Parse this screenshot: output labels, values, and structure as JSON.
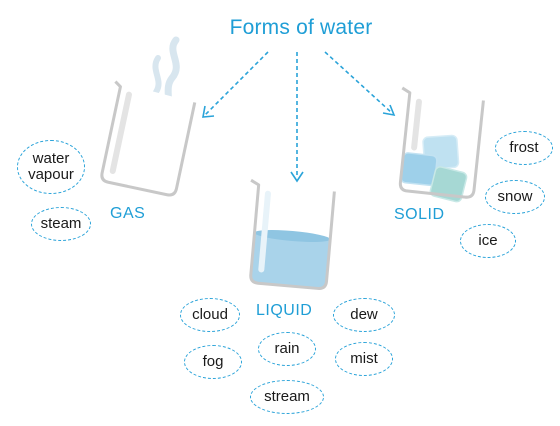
{
  "title": "Forms of water",
  "states": {
    "gas": {
      "label": "GAS",
      "examples": [
        "water vapour",
        "steam"
      ]
    },
    "liquid": {
      "label": "LIQUID",
      "examples": [
        "cloud",
        "rain",
        "dew",
        "fog",
        "mist",
        "stream"
      ]
    },
    "solid": {
      "label": "SOLID",
      "examples": [
        "frost",
        "snow",
        "ice"
      ]
    }
  },
  "colors": {
    "accent": "#1f9ed6",
    "bubble_border": "#2aa3d9",
    "water": "#a9d3ea",
    "ice": "#bfe1f1",
    "glass": "#c8c8c8"
  }
}
